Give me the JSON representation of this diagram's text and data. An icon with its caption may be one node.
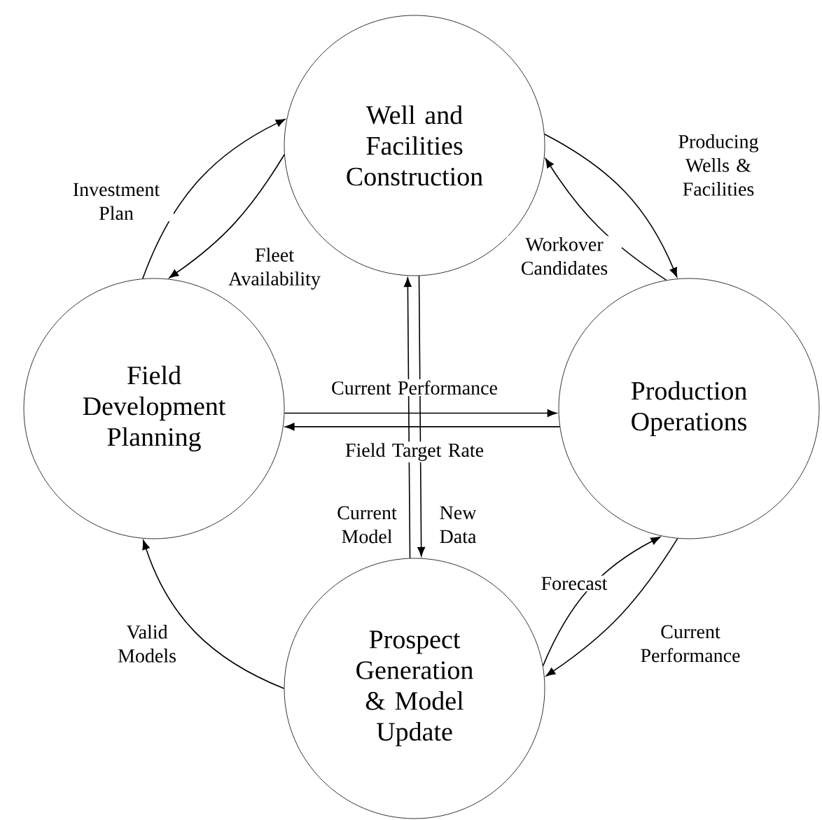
{
  "diagram": {
    "nodes": [
      {
        "text": [
          "Well and Facilities Construction"
        ]
      },
      {
        "text": [
          "Field Development Planning"
        ]
      },
      {
        "text": [
          "Production Operations"
        ]
      },
      {
        "text": [
          "Prospect Generation & Model Update"
        ]
      }
    ],
    "edges": [
      {
        "from": 1,
        "to": 0,
        "arrow": "to",
        "label": "Investment Plan"
      },
      {
        "from": 0,
        "to": 1,
        "arrow": "to",
        "label": "Fleet Availability"
      },
      {
        "from": 0,
        "to": 2,
        "arrow": "to",
        "label": "Producing Wells & Facilities"
      },
      {
        "from": 2,
        "to": 0,
        "arrow": "to",
        "label": "Workover Candidates"
      },
      {
        "from": 2,
        "to": 3,
        "arrow": "to",
        "label": "Current Performance"
      },
      {
        "from": 3,
        "to": 2,
        "arrow": "to",
        "label": "Forecast"
      },
      {
        "from": 3,
        "to": 1,
        "arrow": "to",
        "label": "Valid Models"
      },
      {
        "from": 3,
        "to": 0,
        "arrow": "to",
        "label": "Current Model"
      },
      {
        "from": 0,
        "to": 3,
        "arrow": "to",
        "label": "New Data"
      },
      {
        "from": 1,
        "to": 2,
        "arrow": "to",
        "label": "Current Performance"
      },
      {
        "from": 2,
        "to": 1,
        "arrow": "to",
        "label": "Field Target Rate"
      }
    ]
  }
}
